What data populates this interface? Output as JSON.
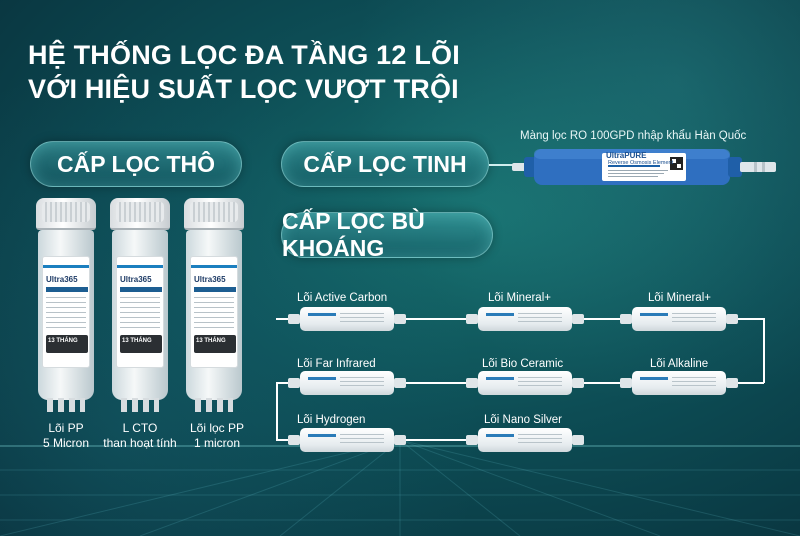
{
  "headline": {
    "line1": "HỆ THỐNG LỌC ĐA TẦNG 12 LÕI",
    "line2": "VỚI HIỆU SUẤT LỌC VƯỢT TRỘI"
  },
  "stages": {
    "coarse": "CẤP LỌC THÔ",
    "fine": "CẤP LỌC TINH",
    "mineral": "CẤP LỌC BÙ KHOÁNG"
  },
  "ro": {
    "caption": "Màng lọc RO 100GPD nhập khẩu Hàn Quốc",
    "brand": "UltraPURE",
    "subtitle": "Reverse Osmosis Element"
  },
  "housings": [
    {
      "brand": "Ultra365",
      "tag": "13 THÁNG",
      "name_line1": "Lõi PP",
      "name_line2": "5 Micron"
    },
    {
      "brand": "Ultra365",
      "tag": "13 THÁNG",
      "name_line1": "L CTO",
      "name_line2": "than hoạt tính"
    },
    {
      "brand": "Ultra365",
      "tag": "13 THÁNG",
      "name_line1": "Lõi lọc PP",
      "name_line2": "1 micron"
    }
  ],
  "cartridges": [
    {
      "label": "Lõi Active Carbon"
    },
    {
      "label": "Lõi Mineral+"
    },
    {
      "label": "Lõi Mineral+"
    },
    {
      "label": "Lõi Far Infrared"
    },
    {
      "label": "Lõi Bio Ceramic"
    },
    {
      "label": "Lõi Alkaline"
    },
    {
      "label": "Lõi Hydrogen"
    },
    {
      "label": "Lõi Nano Silver"
    }
  ],
  "colors": {
    "background": "#0d4d55",
    "ro_blue": "#2f6fc0",
    "label_blue": "#1b7fbf"
  }
}
